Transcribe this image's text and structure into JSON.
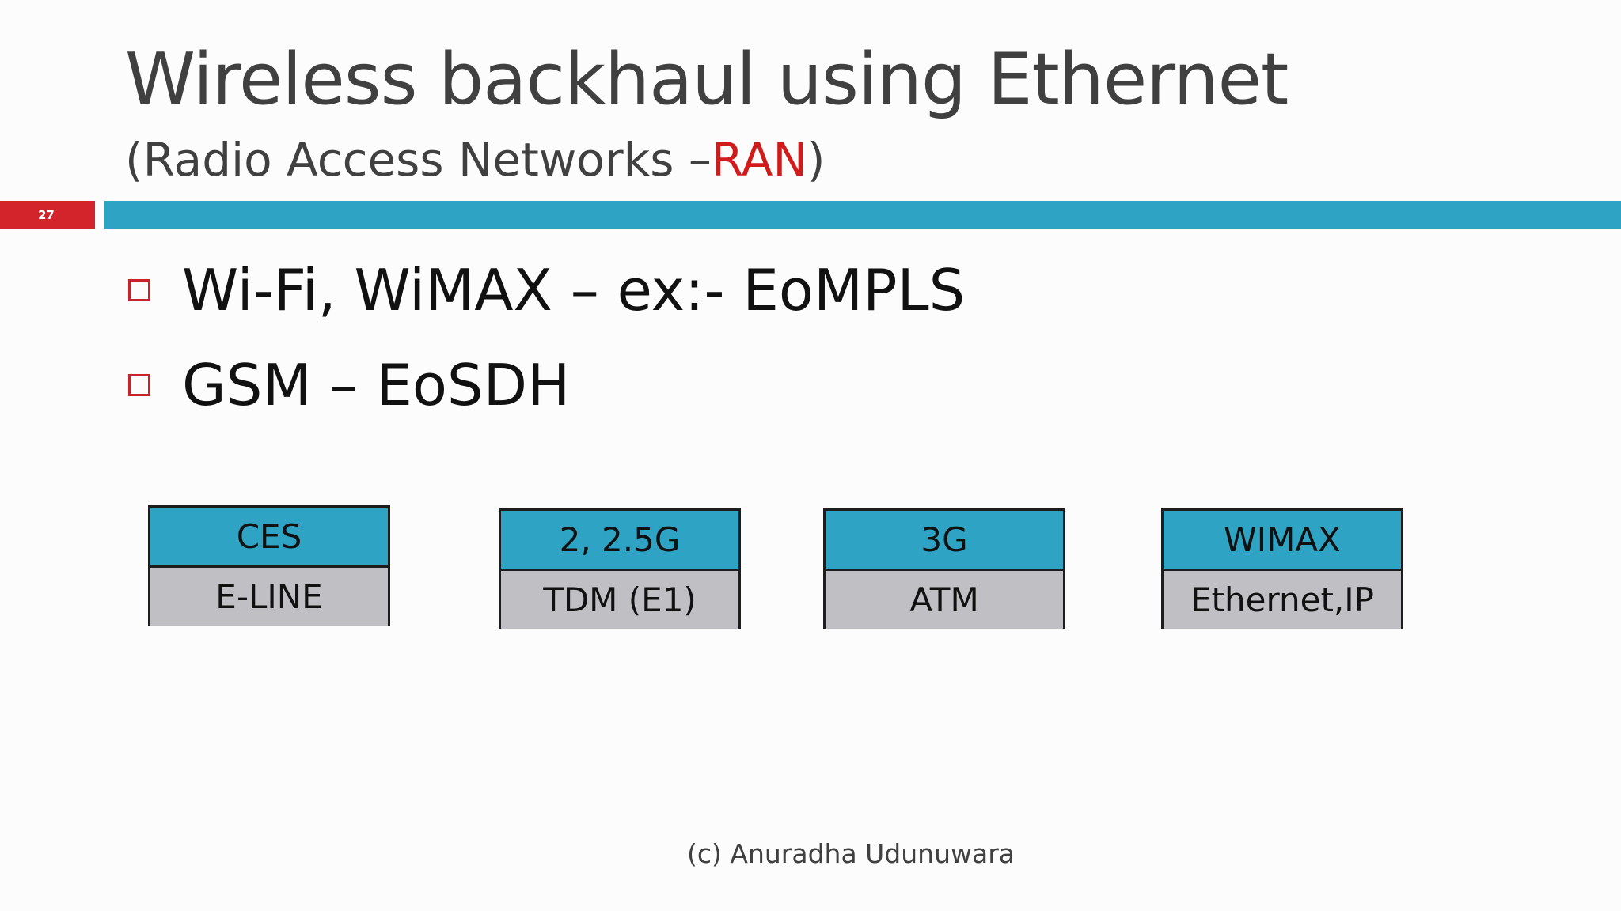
{
  "slide": {
    "title": "Wireless backhaul using Ethernet",
    "subtitle_prefix": "(Radio Access Networks –",
    "subtitle_highlight": "RAN",
    "subtitle_suffix": ")",
    "page_number": "27",
    "colors": {
      "accent_red": "#d3242b",
      "rule_blue": "#2ea3c3",
      "box_gray": "#c0bfc3",
      "text_dark": "#404040"
    }
  },
  "bullets": [
    {
      "text": "Wi-Fi, WiMAX – ex:- EoMPLS"
    },
    {
      "text": "GSM – EoSDH"
    }
  ],
  "stacks": [
    {
      "top": "CES",
      "bottom": "E-LINE"
    },
    {
      "top": "2, 2.5G",
      "bottom": "TDM (E1)"
    },
    {
      "top": "3G",
      "bottom": "ATM"
    },
    {
      "top": "WIMAX",
      "bottom": "Ethernet,IP"
    }
  ],
  "footer": {
    "text": "(c) Anuradha Udunuwara"
  }
}
